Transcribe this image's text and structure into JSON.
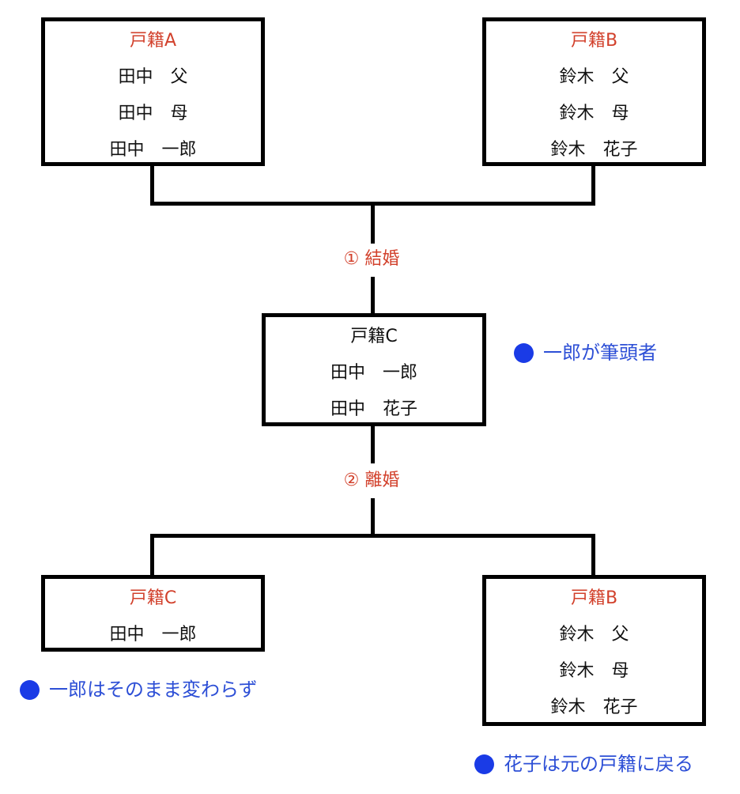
{
  "colors": {
    "register_title_red": "#d2412c",
    "event_label_red": "#d2412c",
    "note_blue": "#2d4fd6",
    "bullet_blue": "#1a3be6",
    "line_black": "#000000"
  },
  "registers": {
    "a": {
      "title": "戸籍A",
      "members": [
        "田中　父",
        "田中　母",
        "田中　一郎"
      ]
    },
    "b": {
      "title": "戸籍B",
      "members": [
        "鈴木　父",
        "鈴木　母",
        "鈴木　花子"
      ]
    },
    "c": {
      "title": "戸籍C",
      "members": [
        "田中　一郎",
        "田中　花子"
      ]
    },
    "c_after": {
      "title": "戸籍C",
      "members": [
        "田中　一郎"
      ]
    },
    "b_after": {
      "title": "戸籍B",
      "members": [
        "鈴木　父",
        "鈴木　母",
        "鈴木　花子"
      ]
    }
  },
  "events": {
    "marriage": "① 結婚",
    "divorce": "② 離婚"
  },
  "notes": {
    "head_of_household": "一郎が筆頭者",
    "ichiro_unchanged": "一郎はそのまま変わらず",
    "hanako_returns": "花子は元の戸籍に戻る"
  }
}
